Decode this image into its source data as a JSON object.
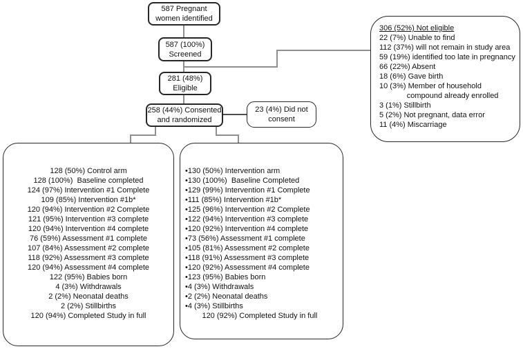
{
  "diagram": {
    "identified": {
      "line1": "587 Pregnant",
      "line2": "women identified"
    },
    "screened": {
      "line1": "587 (100%)",
      "line2": "Screened"
    },
    "eligible": {
      "line1": "281 (48%)",
      "line2": "Eligible"
    },
    "consented": {
      "line1": "258 (44%) Consented",
      "line2": "and randomized"
    },
    "did_not_consent": {
      "line1": "23 (4%) Did not",
      "line2": "consent"
    },
    "not_eligible": {
      "title": "306 (52%) Not eligible",
      "items": [
        "22 (7%) Unable to find",
        "112 (37%) will not remain in study area",
        "59 (19%) identified too late in pregnancy",
        "66 (22%) Absent",
        "18 (6%) Gave birth",
        "10 (3%) Member of household",
        "             compound already enrolled",
        "3 (1%) Stillbirth",
        "5 (2%) Not pregnant, data error",
        "11 (4%) Miscarriage"
      ]
    },
    "control_arm": {
      "lines": [
        "128 (50%) Control arm",
        "128 (100%)  Baseline completed",
        "124 (97%) Intervention #1 Complete",
        "109 (85%) Intervention #1b*",
        "120 (94%) Intervention #2 Complete",
        "121 (95%) Intervention #3 complete",
        "120 (94%) Intervention #4 complete",
        "76 (59%) Assessment #1 complete",
        "107 (84%) Assessment #2 complete",
        "118 (92%) Assessment #3 complete",
        "120 (94%) Assessment #4 complete",
        "122 (95%) Babies born",
        "4 (3%) Withdrawals",
        "2 (2%) Neonatal deaths",
        "2 (2%) Stillbirths",
        "120 (94%) Completed Study in full"
      ]
    },
    "intervention_arm": {
      "lines": [
        "•130 (50%) Intervention arm",
        "•130 (100%)  Baseline Completed",
        "•129 (99%) Intervention #1 Complete",
        "•111 (85%) Intervention #1b*",
        "•125 (96%) Intervention #2 Complete",
        "•122 (94%) Intervention #3 complete",
        "•120 (92%) Intervention #4 complete",
        "•73 (56%) Assessment #1 complete",
        "•105 (81%) Assessment #2 complete",
        "•118 (91%) Assessment #3 complete",
        "•120 (92%) Assessment #4 complete",
        "•123 (95%) Babies born",
        "•4 (3%) Withdrawals",
        "•2 (2%) Neonatal deaths",
        "•4 (3%) Stillbirths",
        "        120 (92%) Completed Study in full"
      ]
    },
    "colors": {
      "border": "#262626",
      "connector": "#8f8f8f",
      "text": "#111111",
      "background": "#ffffff"
    }
  }
}
